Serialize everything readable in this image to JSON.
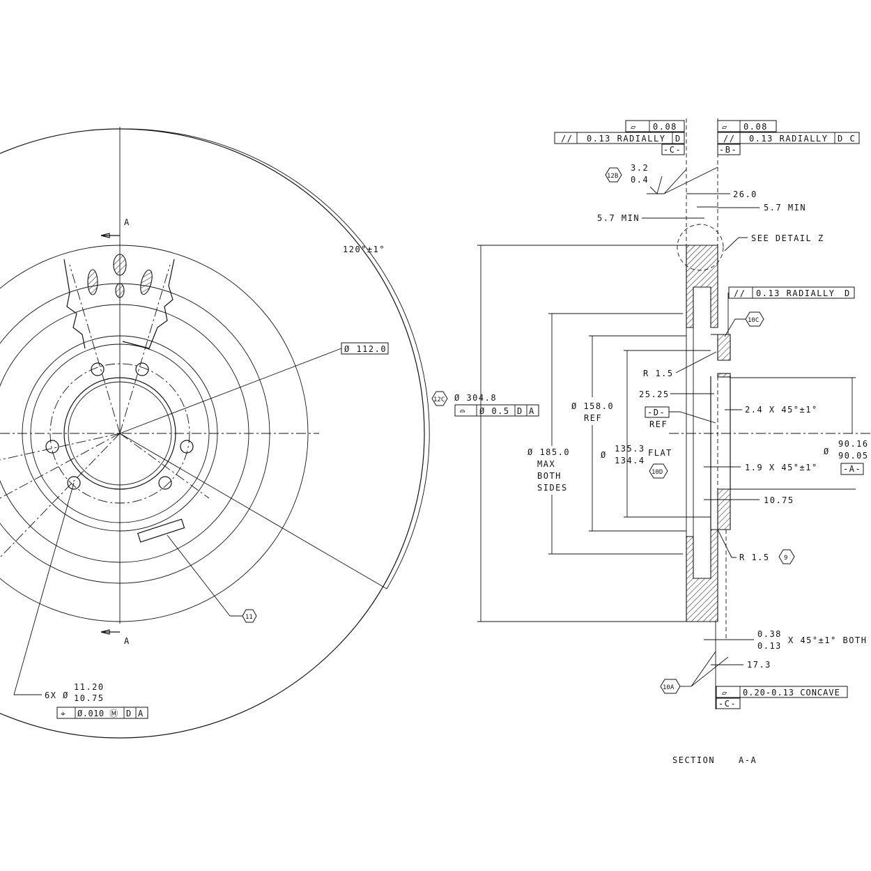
{
  "drawing": {
    "section_title": "SECTION",
    "section_id": "A-A",
    "section_mark": "A",
    "front_view": {
      "angle": "120°±1°",
      "dia_112": "Ø 112.0",
      "dia_304": "Ø 304.8",
      "note_12c": "12C",
      "profile_fcf": [
        "⌓",
        "Ø 0.5",
        "D",
        "A"
      ],
      "note_11": "11",
      "holes_label": "6X Ø",
      "holes_upper": "11.20",
      "holes_lower": "10.75",
      "holes_fcf": [
        "⌖",
        "Ø.010 Ⓜ",
        "D",
        "A"
      ]
    },
    "section_view": {
      "flat_c": [
        "▱",
        "0.08"
      ],
      "par_c": [
        "//",
        "0.13 RADIALLY",
        "D"
      ],
      "datum_c": "-C-",
      "flat_b": [
        "▱",
        "0.08"
      ],
      "par_b": [
        "//",
        "0.13 RADIALLY",
        "D C"
      ],
      "datum_b": "-B-",
      "note_12b": "12B",
      "rough_upper": "3.2",
      "rough_lower": "0.4",
      "dim_26": "26.0",
      "min_left": "5.7 MIN",
      "min_right": "5.7 MIN",
      "see_detail": "SEE DETAIL Z",
      "par_hub": [
        "//",
        "0.13 RADIALLY",
        "D"
      ],
      "note_10c": "10C",
      "r15_top": "R 1.5",
      "dim_2525": "25.25",
      "datum_d": "-D-",
      "datum_d_ref": "REF",
      "chamfer_24": "2.4 X 45°±1°",
      "dia_158": "Ø 158.0",
      "dia_158_ref": "REF",
      "dia_185": "Ø 185.0",
      "dia_185_max": "MAX",
      "dia_185_both": "BOTH",
      "dia_185_sides": "SIDES",
      "dia_135_sym": "Ø",
      "dia_135_upper": "135.3",
      "dia_135_lower": "134.4",
      "flat": "FLAT",
      "note_10d": "10D",
      "dia_90_sym": "Ø",
      "dia_90_upper": "90.16",
      "dia_90_lower": "90.05",
      "datum_a": "-A-",
      "chamfer_19": "1.9 X 45°±1°",
      "dim_1075": "10.75",
      "r15_bottom": "R 1.5",
      "note_9": "9",
      "chamfer_upper": "0.38",
      "chamfer_lower": "0.13",
      "chamfer_suffix": "X 45°±1° BOTH",
      "dim_173": "17.3",
      "note_10a": "10A",
      "flat_concave": [
        "▱",
        "0.20-0.13 CONCAVE"
      ],
      "datum_c2": "-C-"
    }
  }
}
